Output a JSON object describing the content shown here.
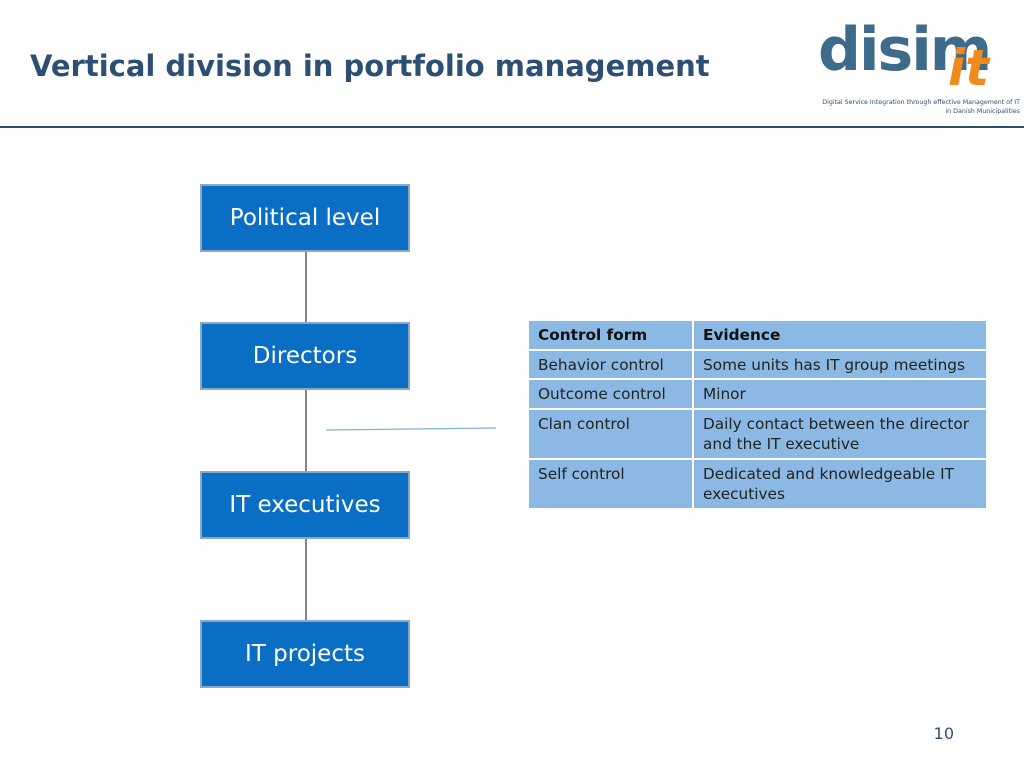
{
  "slide": {
    "title": "Vertical division in portfolio management",
    "page_number": "10"
  },
  "logo": {
    "word": "disim",
    "accent": "it",
    "tagline_line1": "Digital Service Integration through effective Management of IT",
    "tagline_line2": "in Danish Municipalities"
  },
  "hierarchy": {
    "levels": [
      {
        "label": "Political level"
      },
      {
        "label": "Directors"
      },
      {
        "label": "IT executives"
      },
      {
        "label": "IT projects"
      }
    ]
  },
  "control_table": {
    "headers": [
      "Control form",
      "Evidence"
    ],
    "rows": [
      [
        "Behavior control",
        "Some units has IT group meetings"
      ],
      [
        "Outcome control",
        "Minor"
      ],
      [
        "Clan control",
        "Daily  contact between the director and the IT executive"
      ],
      [
        "Self control",
        "Dedicated and knowledgeable IT executives"
      ]
    ]
  },
  "colors": {
    "title": "#2e4f74",
    "box_fill": "#0a6ec4",
    "box_border": "#8aa9c4",
    "table_cell": "#8bb9e4",
    "connector": "#5a5a5a",
    "pointer_line": "#7fb6cc",
    "logo_main": "#3f6b8a",
    "logo_accent": "#f08a1c"
  }
}
